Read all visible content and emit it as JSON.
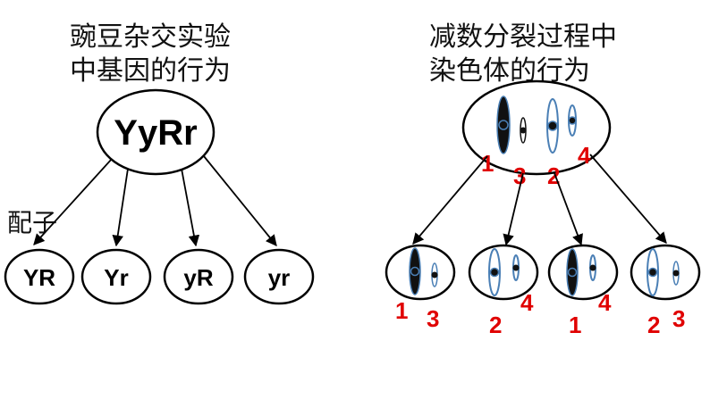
{
  "left": {
    "title_line1": "豌豆杂交实验",
    "title_line2": "中基因的行为",
    "parent": "YyRr",
    "gamete_label": "配子",
    "gametes": [
      "YR",
      "Yr",
      "yR",
      "yr"
    ]
  },
  "right": {
    "title_line1": "减数分裂过程中",
    "title_line2": "染色体的行为",
    "parent_numbers": [
      "1",
      "3",
      "2",
      "4"
    ],
    "child_numbers": [
      [
        "1",
        "3"
      ],
      [
        "2",
        "4"
      ],
      [
        "1",
        "4"
      ],
      [
        "2",
        "3"
      ]
    ]
  },
  "colors": {
    "stroke": "#000000",
    "chromosome_outline": "#4a7fb5",
    "chromosome_dark": "#111111",
    "number": "#e00000"
  }
}
